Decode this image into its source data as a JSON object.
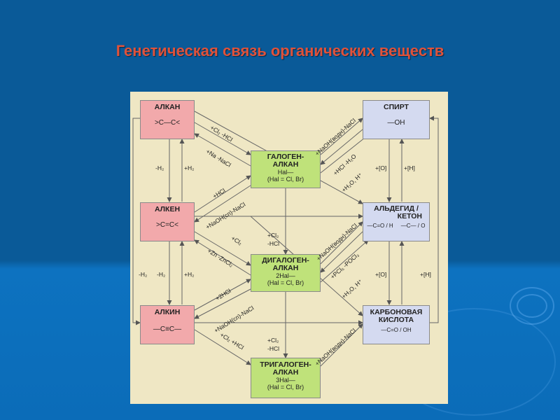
{
  "title": "Генетическая связь органических веществ",
  "boxes": {
    "alkan": {
      "name": "АЛКАН",
      "formula": ">C—C<"
    },
    "alken": {
      "name": "АЛКЕН",
      "formula": ">C=C<"
    },
    "alkin": {
      "name": "АЛКИН",
      "formula": "—C≡C—"
    },
    "halogen": {
      "name1": "ГАЛОГЕН-",
      "name2": "АЛКАН",
      "line1": "Hal—",
      "line2": "(Hal = Cl, Br)"
    },
    "dihalogen": {
      "name1": "ДИГАЛОГЕН-",
      "name2": "АЛКАН",
      "line1": "2Hal—",
      "line2": "(Hal = Cl, Br)"
    },
    "trihalogen": {
      "name1": "ТРИГАЛОГЕН-",
      "name2": "АЛКАН",
      "line1": "3Hal—",
      "line2": "(Hal = Cl, Br)"
    },
    "alcohol": {
      "name": "СПИРТ",
      "formula": "—OH"
    },
    "aldehyde": {
      "name1": "АЛЬДЕГИД /",
      "name2": "КЕТОН"
    },
    "acid": {
      "name1": "КАРБОНОВАЯ",
      "name2": "КИСЛОТА"
    }
  },
  "labels": {
    "cl2_hcl_1": "+Cl₂ -HCl",
    "na_nacl": "+Na -NaCl",
    "hcl_1": "+HCl",
    "naoh_sp_1": "+NaOH(сп)-NaCl",
    "h2_minus_1": "-H₂",
    "h2_plus_1": "+H₂",
    "naoh_aq_1": "+NaOH(водн)-NaCl",
    "hcl_h2o": "+HCl -H₂O",
    "h2o_h": "+H₂O, H⁺",
    "o_1": "+[O]",
    "h_1": "+[H]",
    "cl2_1": "+Cl₂",
    "cl2_2": "+Cl₂",
    "hcl_2": "-HCl",
    "zn_zncl2": "+Zn -ZnCl₂",
    "hcl2_2": "+2HCl",
    "naoh_sp_2": "+NaOH(сп)-NaCl",
    "h2_minus_2": "-H₂",
    "h2_minus_3": "-H₂",
    "h2_plus_2": "+H₂",
    "naoh_aq_2": "+NaOH(водн)-NaCl",
    "pcl5_pocl3": "+PCl₅ -POCl₃",
    "h2o_h_2": "+H₂O, H⁺",
    "o_2": "+[O]",
    "h_2": "+[H]",
    "cl2_3": "+Cl₂",
    "hcl_3": "-HCl",
    "cl2_hcl_2": "+Cl₂ +HCl",
    "naoh_aq_3": "+NaOH(водн)-NaCl",
    "aldehyde_formula_left": "—C=O / H",
    "ketone_formula": "—C— / O",
    "acid_formula": "—C=O / OH"
  },
  "colors": {
    "title": "#e0523a",
    "pink": "#f2a9ab",
    "green": "#bfe27a",
    "blue": "#d4daf0",
    "panel": "#efe7c4"
  }
}
